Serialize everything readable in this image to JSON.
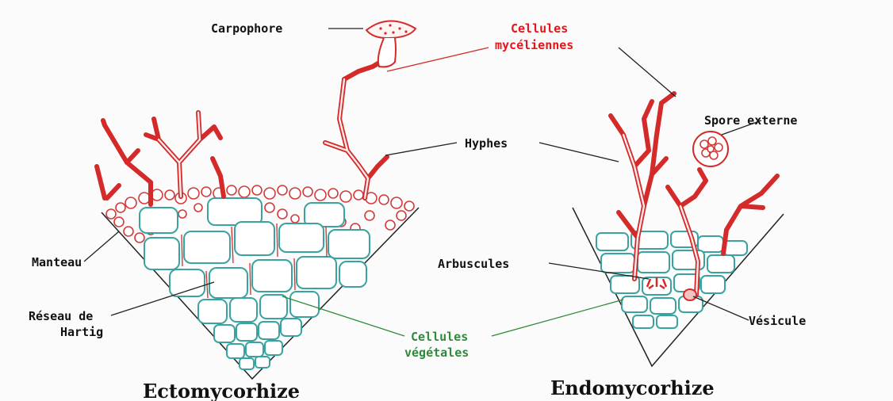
{
  "labels": {
    "carpophore": "Carpophore",
    "cellules_myceliennes_line1": "Cellules",
    "cellules_myceliennes_line2": "mycéliennes",
    "spore_externe": "Spore externe",
    "hyphes": "Hyphes",
    "manteau": "Manteau",
    "arbuscules": "Arbuscules",
    "reseau_line1": "Réseau de",
    "reseau_line2": "Hartig",
    "cellules_vegetales_line1": "Cellules",
    "cellules_vegetales_line2": "végétales",
    "vesicule": "Vésicule"
  },
  "titles": {
    "ecto": "Ectomycorhize",
    "endo": "Endomycorhize"
  },
  "colors": {
    "fungus": "#d42a2a",
    "plant": "#3aa3a0",
    "label_red": "#e8141b",
    "label_green": "#2e8b3a"
  }
}
